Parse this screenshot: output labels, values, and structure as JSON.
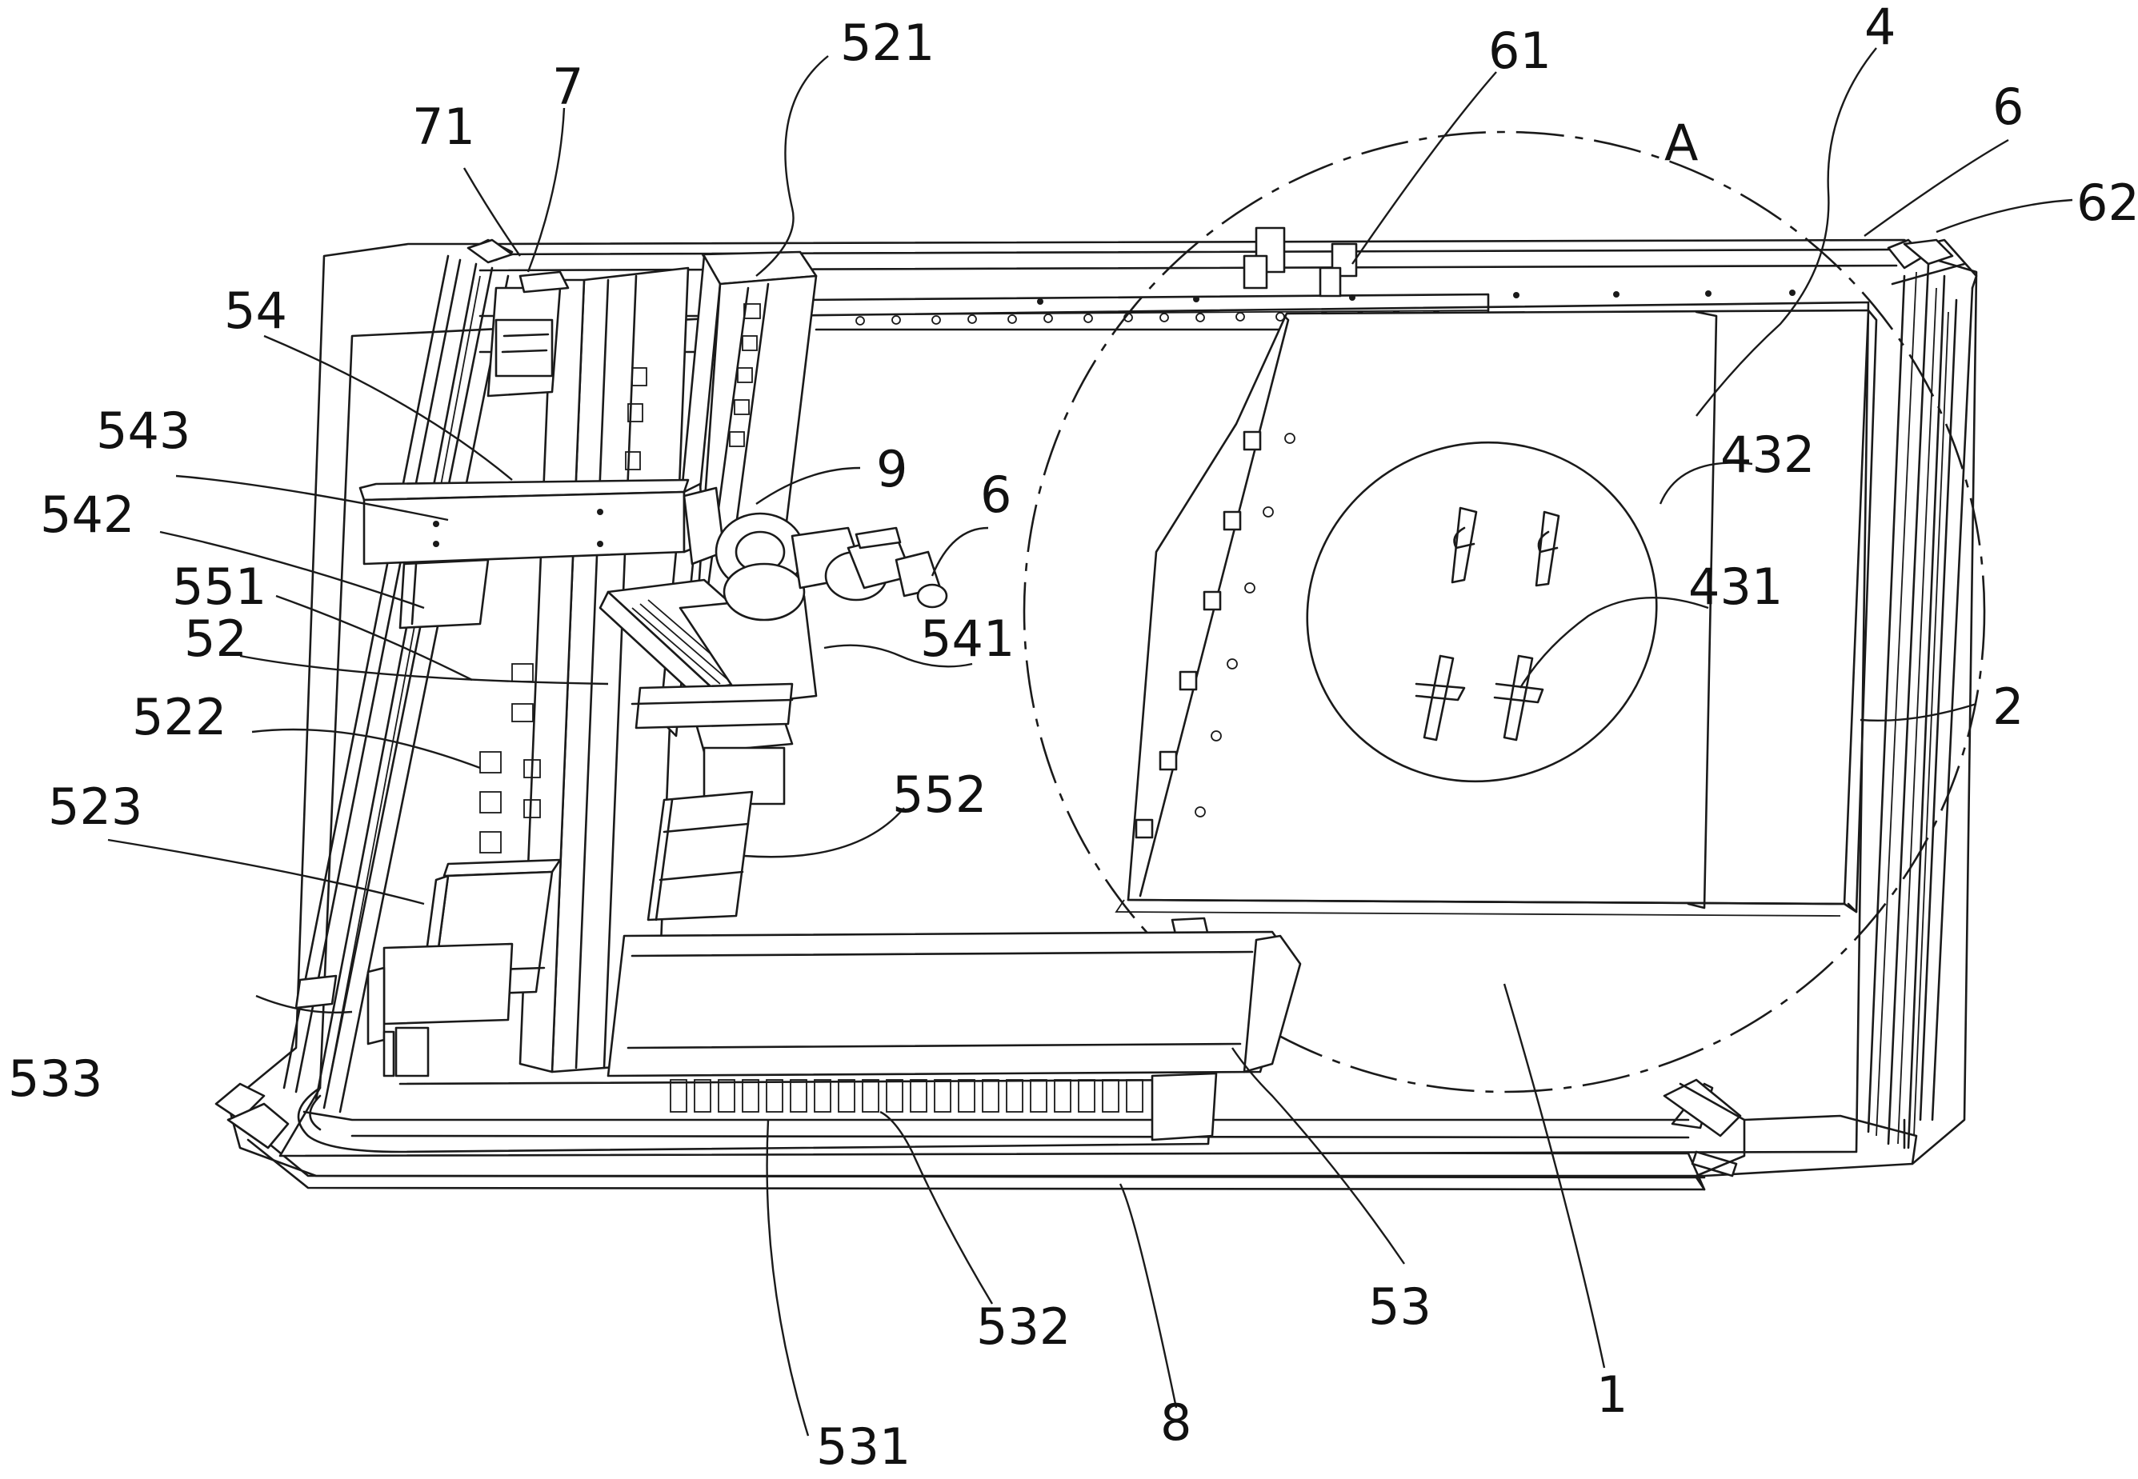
{
  "figure": {
    "detail_label": "A",
    "callouts": [
      {
        "id": "c-521",
        "text": "521"
      },
      {
        "id": "c-61",
        "text": "61"
      },
      {
        "id": "c-4",
        "text": "4"
      },
      {
        "id": "c-7",
        "text": "7"
      },
      {
        "id": "c-6-top",
        "text": "6"
      },
      {
        "id": "c-71",
        "text": "71"
      },
      {
        "id": "c-62",
        "text": "62"
      },
      {
        "id": "c-54",
        "text": "54"
      },
      {
        "id": "c-543",
        "text": "543"
      },
      {
        "id": "c-9",
        "text": "9"
      },
      {
        "id": "c-432",
        "text": "432"
      },
      {
        "id": "c-6-mid",
        "text": "6"
      },
      {
        "id": "c-542",
        "text": "542"
      },
      {
        "id": "c-551",
        "text": "551"
      },
      {
        "id": "c-431",
        "text": "431"
      },
      {
        "id": "c-541",
        "text": "541"
      },
      {
        "id": "c-52",
        "text": "52"
      },
      {
        "id": "c-2",
        "text": "2"
      },
      {
        "id": "c-522",
        "text": "522"
      },
      {
        "id": "c-552",
        "text": "552"
      },
      {
        "id": "c-523",
        "text": "523"
      },
      {
        "id": "c-533",
        "text": "533"
      },
      {
        "id": "c-53",
        "text": "53"
      },
      {
        "id": "c-532",
        "text": "532"
      },
      {
        "id": "c-1",
        "text": "1"
      },
      {
        "id": "c-531",
        "text": "531"
      },
      {
        "id": "c-8",
        "text": "8"
      }
    ]
  }
}
